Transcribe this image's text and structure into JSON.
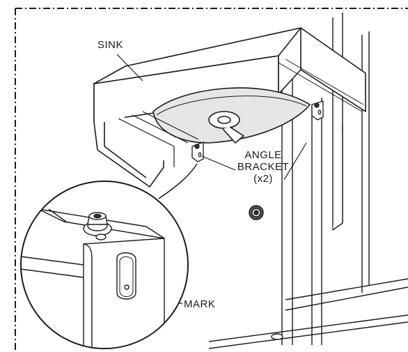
{
  "labels": {
    "sink": "SINK",
    "angle_bracket_line1": "ANGLE",
    "angle_bracket_line2": "BRACKET",
    "angle_bracket_qty": "(x2)",
    "mark": "MARK"
  },
  "colors": {
    "line": "#1a1a1a",
    "basin": "#e6e6e6",
    "fill": "#ffffff"
  }
}
